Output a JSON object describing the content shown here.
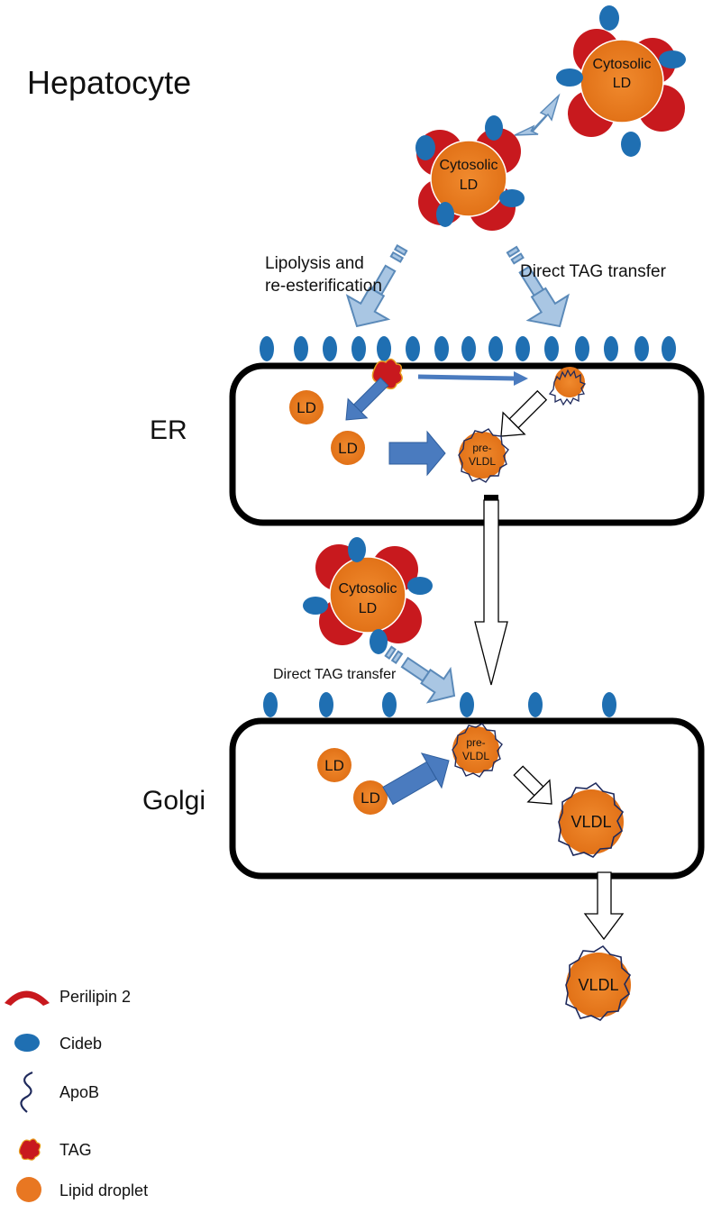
{
  "title": "Hepatocyte",
  "compartments": {
    "er": "ER",
    "golgi": "Golgi"
  },
  "labels": {
    "lipolysis_line1": "Lipolysis and",
    "lipolysis_line2": "re-esterification",
    "direct_tag_transfer": "Direct TAG transfer",
    "direct_tag_transfer_golgi": "Direct TAG transfer"
  },
  "droplets": {
    "cytosolic_line1": "Cytosolic",
    "cytosolic_line2": "LD",
    "ld": "LD",
    "pre_vldl_line1": "pre-",
    "pre_vldl_line2": "VLDL",
    "vldl": "VLDL"
  },
  "legend": {
    "perilipin": "Perilipin 2",
    "cideb": "Cideb",
    "apob": "ApoB",
    "tag": "TAG",
    "lipid_droplet": "Lipid droplet"
  },
  "colors": {
    "perilipin": "#c8191e",
    "cideb": "#1f6fb2",
    "lipid_droplet": "#e87722",
    "apob": "#1f2a5c",
    "flow_arrow": "#4a7bbf",
    "light_arrow": "#a9c6e3"
  }
}
